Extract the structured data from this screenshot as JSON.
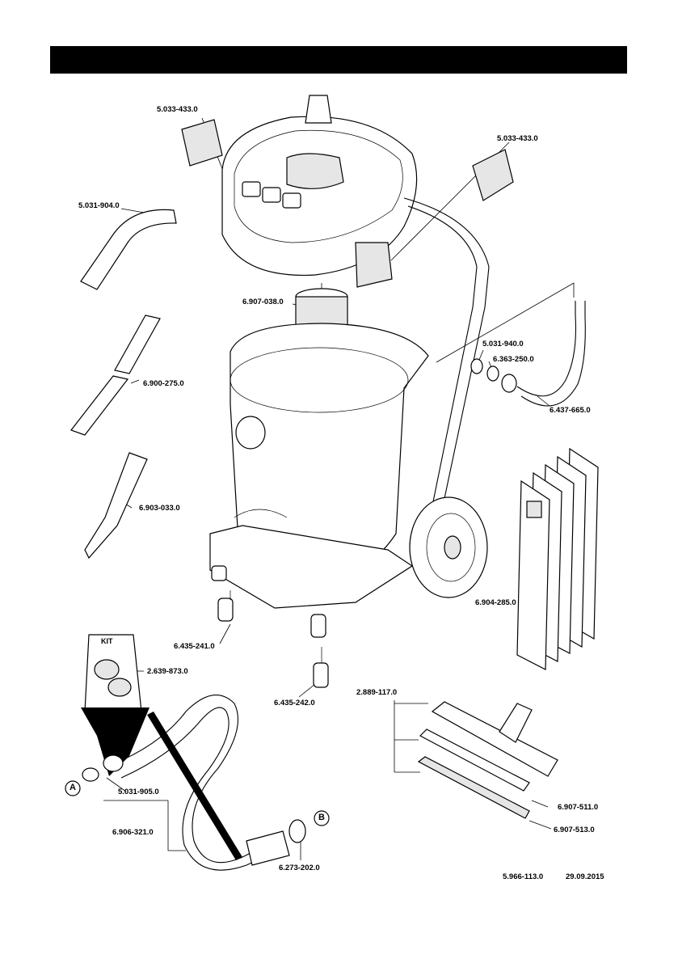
{
  "header": {
    "title": ""
  },
  "parts": [
    {
      "id": "p1",
      "number": "5.033-433.0"
    },
    {
      "id": "p2",
      "number": "5.033-433.0"
    },
    {
      "id": "p3",
      "number": "5.031-904.0"
    },
    {
      "id": "p4",
      "number": "6.907-038.0"
    },
    {
      "id": "p5",
      "number": "5.031-940.0"
    },
    {
      "id": "p6",
      "number": "6.363-250.0"
    },
    {
      "id": "p7",
      "number": "6.900-275.0"
    },
    {
      "id": "p8",
      "number": "6.437-665.0"
    },
    {
      "id": "p9",
      "number": "6.903-033.0"
    },
    {
      "id": "p10",
      "number": "6.904-285.0"
    },
    {
      "id": "p11",
      "number": "6.435-241.0"
    },
    {
      "id": "p12",
      "number": "2.639-873.0"
    },
    {
      "id": "p13",
      "number": "6.435-242.0"
    },
    {
      "id": "p14",
      "number": "2.889-117.0"
    },
    {
      "id": "p15",
      "number": "5.031-905.0"
    },
    {
      "id": "p16",
      "number": "6.907-511.0"
    },
    {
      "id": "p17",
      "number": "6.906-321.0"
    },
    {
      "id": "p18",
      "number": "6.907-513.0"
    },
    {
      "id": "p19",
      "number": "6.273-202.0"
    }
  ],
  "callouts": {
    "kit": "KIT",
    "a": "A",
    "b": "B"
  },
  "footer": {
    "doc_number": "5.966-113.0",
    "date": "29.09.2015"
  }
}
